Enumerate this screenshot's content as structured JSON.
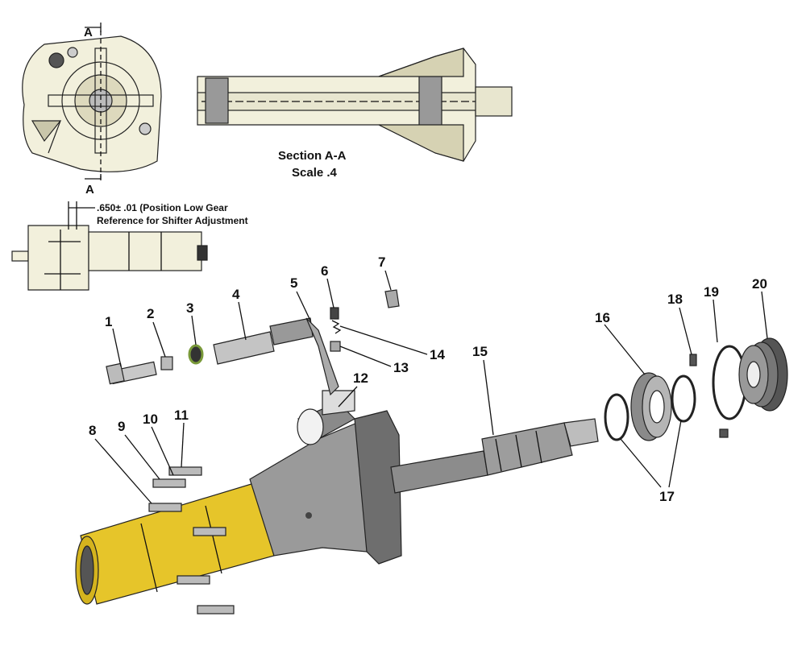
{
  "colors": {
    "housing_gray": "#9a9a9a",
    "housing_dark": "#6e6e6e",
    "yellow_sleeve": "#e6c52a",
    "drawing_fill": "#f2f0dc",
    "line": "#111111"
  },
  "section": {
    "title": "Section A-A",
    "scale": "Scale .4"
  },
  "section_marks": {
    "top": "A",
    "bottom": "A"
  },
  "dimension_note": {
    "line1": ".650± .01 (Position Low Gear",
    "line2": "Reference for Shifter Adjustment"
  },
  "callouts": [
    {
      "id": "c1",
      "label": "1"
    },
    {
      "id": "c2",
      "label": "2"
    },
    {
      "id": "c3",
      "label": "3"
    },
    {
      "id": "c4",
      "label": "4"
    },
    {
      "id": "c5",
      "label": "5"
    },
    {
      "id": "c6",
      "label": "6"
    },
    {
      "id": "c7",
      "label": "7"
    },
    {
      "id": "c8",
      "label": "8"
    },
    {
      "id": "c9",
      "label": "9"
    },
    {
      "id": "c10",
      "label": "10"
    },
    {
      "id": "c11",
      "label": "11"
    },
    {
      "id": "c12",
      "label": "12"
    },
    {
      "id": "c13",
      "label": "13"
    },
    {
      "id": "c14",
      "label": "14"
    },
    {
      "id": "c15",
      "label": "15"
    },
    {
      "id": "c16",
      "label": "16"
    },
    {
      "id": "c17",
      "label": "17"
    },
    {
      "id": "c18",
      "label": "18"
    },
    {
      "id": "c19",
      "label": "19"
    },
    {
      "id": "c20",
      "label": "20"
    }
  ]
}
